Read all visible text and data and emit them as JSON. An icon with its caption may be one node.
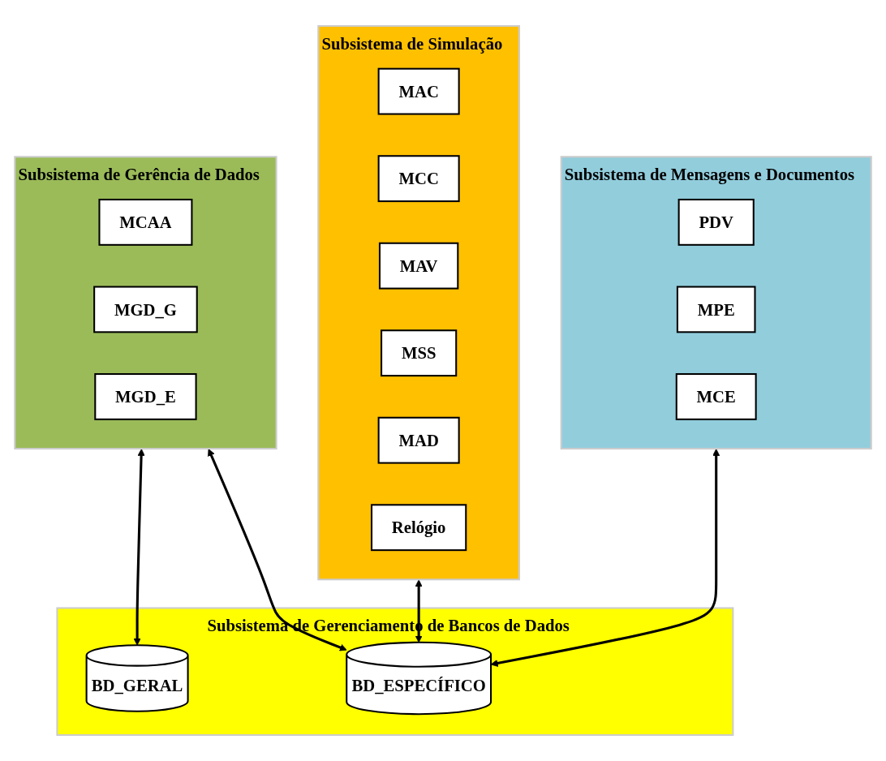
{
  "diagram": {
    "nodes": [
      {
        "text": [
          "Subsistema de Gerência de Dados"
        ]
      },
      {
        "text": [
          "MCAA"
        ],
        "in": 0
      },
      {
        "text": [
          "MGD_G"
        ],
        "in": 0
      },
      {
        "text": [
          "MGD_E"
        ],
        "in": 0
      },
      {
        "text": [
          "Subsistema de Simulação"
        ]
      },
      {
        "text": [
          "MAC"
        ],
        "in": 4
      },
      {
        "text": [
          "MCC"
        ],
        "in": 4
      },
      {
        "text": [
          "MAV"
        ],
        "in": 4
      },
      {
        "text": [
          "MSS"
        ],
        "in": 4
      },
      {
        "text": [
          "MAD"
        ],
        "in": 4
      },
      {
        "text": [
          "Relógio"
        ],
        "in": 4
      },
      {
        "text": [
          "Subsistema de Mensagens e Documentos"
        ]
      },
      {
        "text": [
          "PDV"
        ],
        "in": 11
      },
      {
        "text": [
          "MPE"
        ],
        "in": 11
      },
      {
        "text": [
          "MCE"
        ],
        "in": 11
      },
      {
        "text": [
          "Subsistema de Gerenciamento de Bancos de Dados"
        ]
      },
      {
        "text": [
          "BD_GERAL"
        ],
        "in": 15
      },
      {
        "text": [
          "BD_ESPECÍFICO"
        ],
        "in": 15
      }
    ],
    "edges": [
      {
        "from": 0,
        "to": 16,
        "arrow": "both"
      },
      {
        "from": 0,
        "to": 17,
        "arrow": "both"
      },
      {
        "from": 4,
        "to": 17,
        "arrow": "both"
      },
      {
        "from": 11,
        "to": 17,
        "arrow": "both"
      }
    ]
  }
}
